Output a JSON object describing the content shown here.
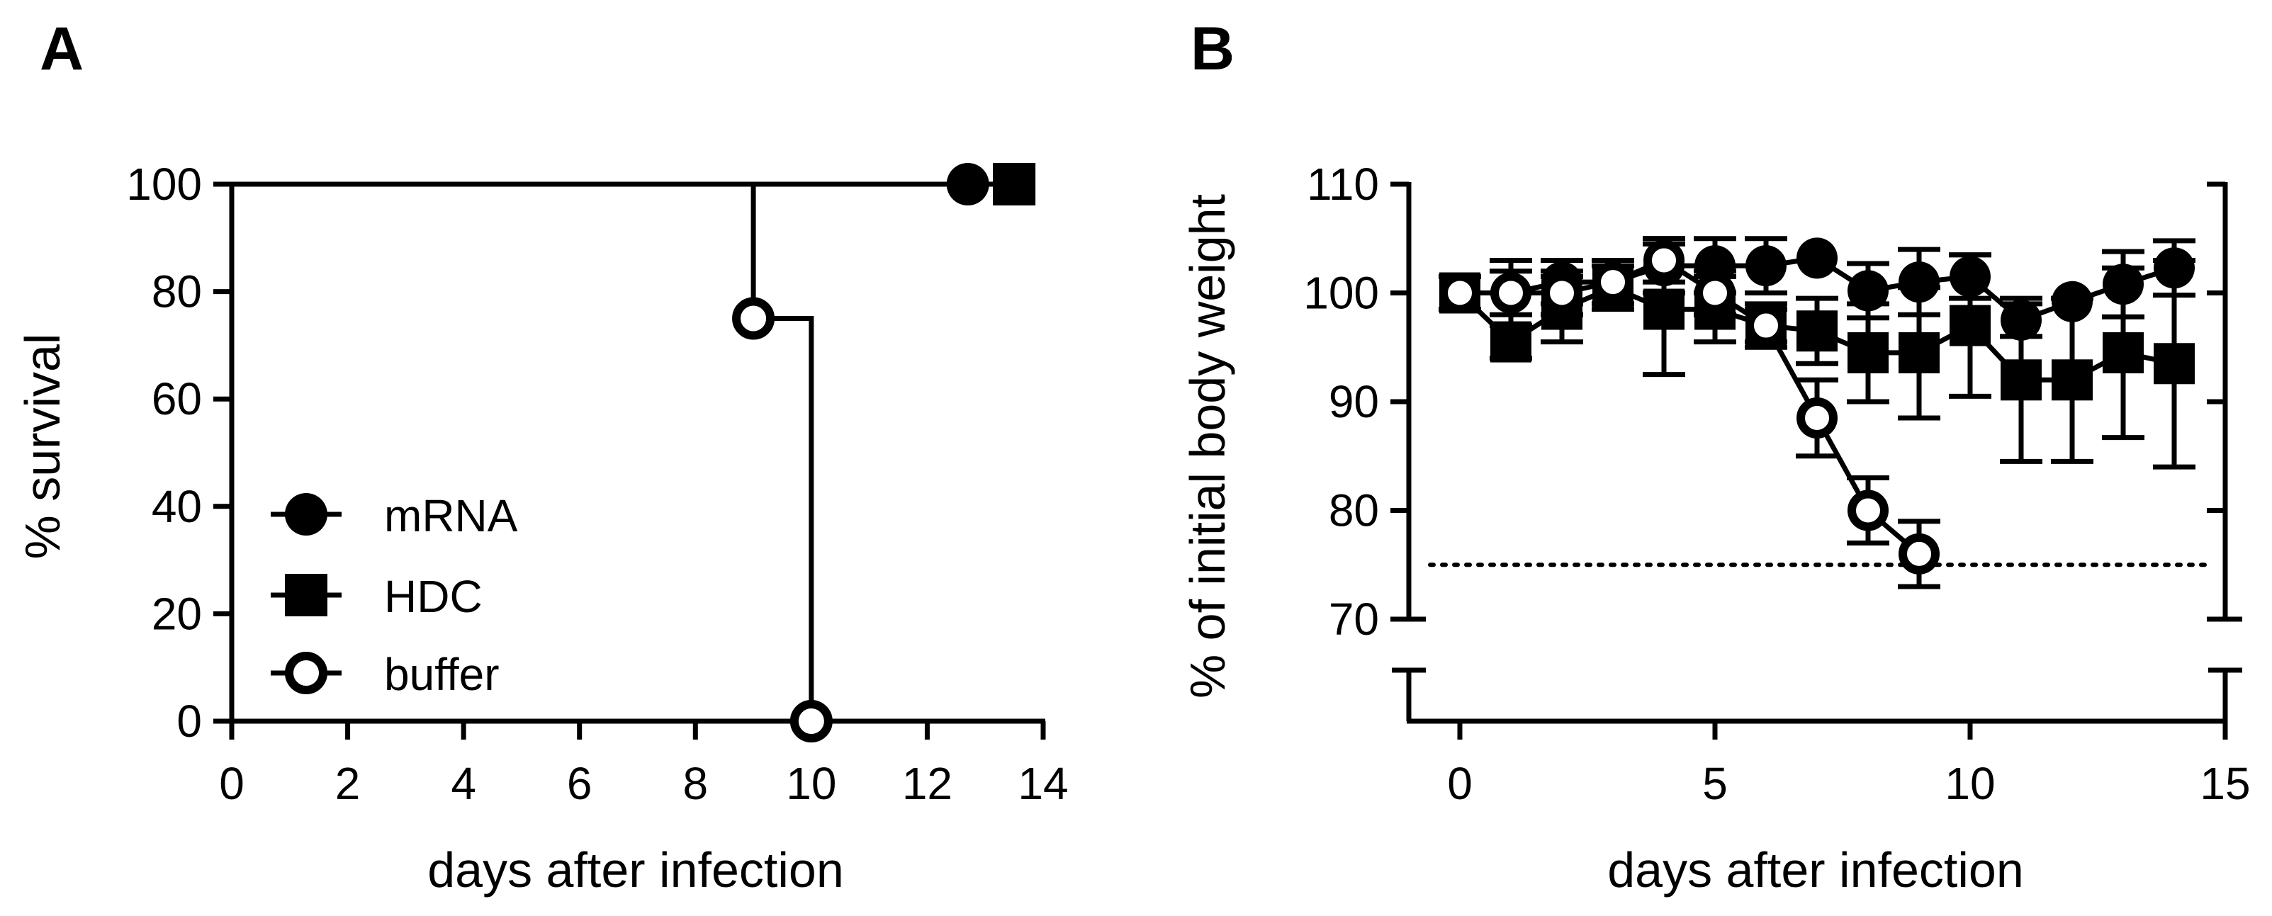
{
  "colors": {
    "ink": "#000000",
    "open_marker_fill": "#ffffff",
    "background": "#ffffff"
  },
  "chart_data": [
    {
      "panel": "A",
      "type": "line",
      "subtype": "kaplan-meier step plot",
      "xlabel": "days after infection",
      "ylabel": "% survival",
      "xlim": [
        0,
        14
      ],
      "ylim": [
        0,
        100
      ],
      "xticks": [
        "0",
        "2",
        "4",
        "6",
        "8",
        "10",
        "12",
        "14"
      ],
      "yticks": [
        "0",
        "20",
        "40",
        "60",
        "80",
        "100"
      ],
      "grid": false,
      "legend": {
        "placement": "bottom-left",
        "entries": [
          {
            "label": "mRNA",
            "marker": "filled-circle"
          },
          {
            "label": "HDC",
            "marker": "filled-square"
          },
          {
            "label": "buffer",
            "marker": "open-circle"
          }
        ]
      },
      "series": [
        {
          "name": "mRNA",
          "marker": "filled-circle",
          "step_x": [
            0,
            12.7
          ],
          "step_y": [
            100,
            100
          ],
          "censored": [
            {
              "x": 12.7,
              "y": 100
            }
          ]
        },
        {
          "name": "HDC",
          "marker": "filled-square",
          "step_x": [
            0,
            13.5
          ],
          "step_y": [
            100,
            100
          ],
          "censored": [
            {
              "x": 13.5,
              "y": 100
            }
          ]
        },
        {
          "name": "buffer",
          "marker": "open-circle",
          "step_x": [
            0,
            9,
            9,
            10,
            10
          ],
          "step_y": [
            100,
            100,
            75,
            75,
            0
          ],
          "censored": [
            {
              "x": 9,
              "y": 75
            },
            {
              "x": 10,
              "y": 0
            }
          ]
        }
      ]
    },
    {
      "panel": "B",
      "type": "line",
      "subtype": "mean with error bars, broken y-axis",
      "xlabel": "days after infection",
      "ylabel": "% of initial body weight",
      "xlim": [
        -1,
        15
      ],
      "ylim": [
        70,
        110
      ],
      "xticks": [
        "0",
        "5",
        "10",
        "15"
      ],
      "yticks": [
        "70",
        "80",
        "90",
        "100",
        "110"
      ],
      "threshold": {
        "y": 75,
        "style": "dotted"
      },
      "grid": false,
      "series": [
        {
          "name": "mRNA",
          "marker": "filled-circle",
          "x": [
            0,
            1,
            2,
            3,
            4,
            5,
            6,
            7,
            8,
            9,
            10,
            11,
            12,
            13,
            14
          ],
          "y": [
            100,
            100,
            101,
            101,
            102.5,
            102.5,
            102.5,
            103.2,
            100.2,
            101,
            101.5,
            97.5,
            99.2,
            100.8,
            102.3
          ],
          "err": [
            1.5,
            2,
            2,
            2,
            2.5,
            2.5,
            2.5,
            0,
            2.5,
            3,
            2,
            1.5,
            0,
            3,
            2.5
          ]
        },
        {
          "name": "HDC",
          "marker": "filled-square",
          "x": [
            0,
            1,
            2,
            3,
            4,
            5,
            6,
            7,
            8,
            9,
            10,
            11,
            12,
            13,
            14
          ],
          "y": [
            100,
            95.5,
            98.5,
            100.5,
            98.5,
            98.5,
            97,
            96.5,
            94.5,
            94.5,
            97,
            92,
            92,
            94.5,
            93.5
          ],
          "err": [
            1.5,
            1.5,
            3,
            2,
            6,
            3,
            2,
            3,
            4.5,
            6,
            6.5,
            7.5,
            7.5,
            7.8,
            9.5
          ]
        },
        {
          "name": "buffer",
          "marker": "open-circle",
          "x": [
            0,
            1,
            2,
            3,
            4,
            5,
            6,
            7,
            8,
            9
          ],
          "y": [
            100,
            100,
            100,
            101,
            103,
            100,
            97,
            88.5,
            80,
            76
          ],
          "err": [
            1.5,
            3,
            2,
            2,
            2,
            2,
            1.5,
            3.5,
            3,
            3
          ]
        }
      ]
    }
  ]
}
